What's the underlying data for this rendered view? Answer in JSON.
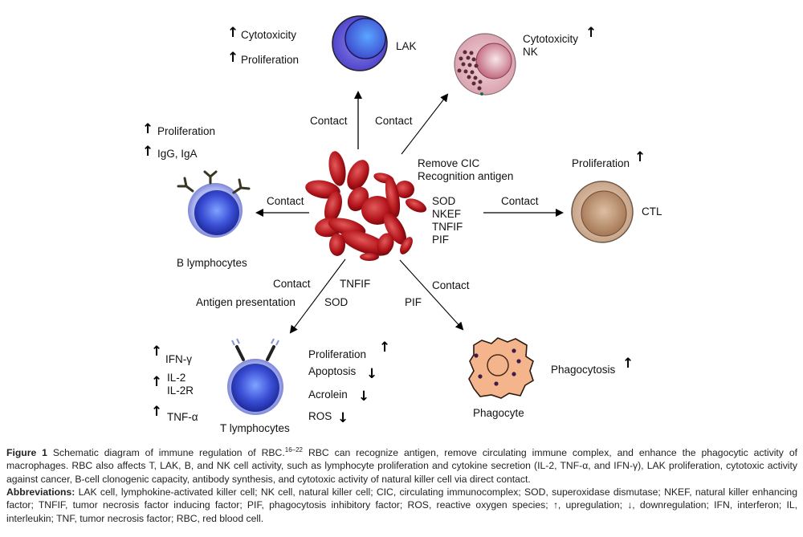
{
  "diagram": {
    "center": {
      "name": "RBC cluster",
      "labels_top": [
        "Remove CIC",
        "Recognition antigen"
      ],
      "labels_right": [
        "SOD",
        "NKEF",
        "TNFIF",
        "PIF"
      ]
    },
    "arrow_labels": {
      "to_lak": "Contact",
      "to_nk": "Contact",
      "to_b": "Contact",
      "to_ctl": "Contact",
      "to_t_1": "Contact",
      "to_t_2": "Antigen presentation",
      "to_t_3": "TNFIF",
      "to_t_4": "SOD",
      "to_phago_1": "Contact",
      "to_phago_2": "PIF"
    },
    "cells": {
      "lak": {
        "name": "LAK",
        "effects": [
          {
            "text": "Cytotoxicity",
            "dir": "up"
          },
          {
            "text": "Proliferation",
            "dir": "up"
          }
        ]
      },
      "nk": {
        "name": "NK",
        "effects": [
          {
            "text": "Cytotoxicity",
            "dir": "up"
          }
        ]
      },
      "b": {
        "name": "B lymphocytes",
        "effects": [
          {
            "text": "Proliferation",
            "dir": "up"
          },
          {
            "text": "IgG, IgA",
            "dir": "up"
          }
        ]
      },
      "ctl": {
        "name": "CTL",
        "effects": [
          {
            "text": "Proliferation",
            "dir": "up"
          }
        ]
      },
      "t": {
        "name": "T lymphocytes",
        "left_effects": [
          {
            "text": "IFN-γ",
            "dir": "up"
          },
          {
            "text": "IL-2",
            "dir": "up"
          },
          {
            "text": "IL-2R",
            "dir": "up"
          },
          {
            "text": "TNF-α",
            "dir": "up"
          }
        ],
        "right_effects": [
          {
            "text": "Proliferation",
            "dir": "up"
          },
          {
            "text": "Apoptosis",
            "dir": "down"
          },
          {
            "text": "Acrolein",
            "dir": "down"
          },
          {
            "text": "ROS",
            "dir": "down"
          }
        ]
      },
      "phagocyte": {
        "name": "Phagocyte",
        "effects": [
          {
            "text": "Phagocytosis",
            "dir": "up"
          }
        ]
      }
    },
    "arrow_glyphs": {
      "up": "↑",
      "down": "↓"
    }
  },
  "caption": {
    "figure_label": "Figure 1",
    "text_pre": "Schematic diagram of immune regulation of RBC.",
    "refs": "16–22",
    "text_post": "RBC can recognize antigen, remove circulating immune complex, and enhance the phagocytic activity of macrophages. RBC also affects T, LAK, B, and NK cell activity, such as lymphocyte proliferation and cytokine secretion (IL-2, TNF-α, and IFN-γ), LAK proliferation, cytotoxic activity against cancer, B-cell clonogenic capacity, antibody synthesis, and cytotoxic activity of natural killer cell via direct contact.",
    "abbrev_label": "Abbreviations:",
    "abbrev_text": "LAK cell, lymphokine-activated killer cell; NK cell, natural killer cell; CIC, circulating immunocomplex; SOD, superoxidase dismutase; NKEF, natural killer enhancing factor; TNFIF, tumor necrosis factor inducing factor; PIF, phagocytosis inhibitory factor; ROS, reactive oxygen species; ↑, upregulation; ↓, downregulation; IFN, interferon; IL, interleukin; TNF, tumor necrosis factor; RBC, red blood cell."
  }
}
